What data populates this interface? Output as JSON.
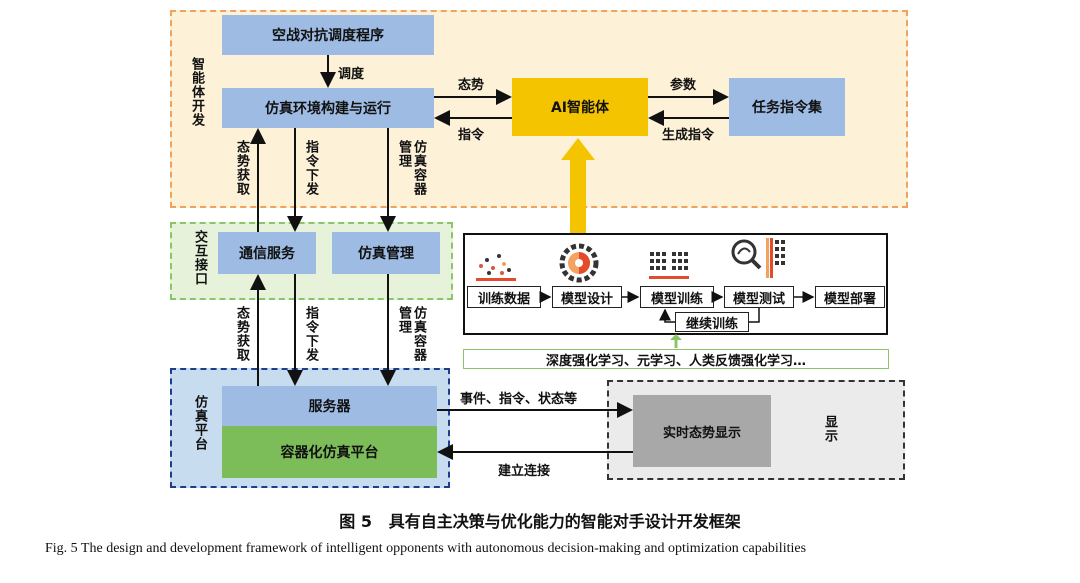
{
  "regions": {
    "agent_dev": "智能体开发",
    "interaction": "交互接口",
    "sim_platform": "仿真平台",
    "display": "显示"
  },
  "boxes": {
    "air_combat": "空战对抗调度程序",
    "sim_env": "仿真环境构建与运行",
    "ai_agent": "AI智能体",
    "task_set": "任务指令集",
    "comm_service": "通信服务",
    "sim_mgmt": "仿真管理",
    "server": "服务器",
    "container_platform": "容器化仿真平台",
    "realtime_display": "实时态势显示"
  },
  "arrows": {
    "schedule": "调度",
    "situation": "态势",
    "command": "指令",
    "params": "参数",
    "gen_command": "生成指令",
    "situation_acquire": "态势获取",
    "command_issue": "指令下发",
    "container_mgmt": "仿真容器管理",
    "events": "事件、指令、状态等",
    "connect": "建立连接"
  },
  "pipeline": {
    "steps": [
      "训练数据",
      "模型设计",
      "模型训练",
      "模型测试",
      "模型部署"
    ],
    "loop": "继续训练",
    "methods": "深度强化学习、元学习、人类反馈强化学习…"
  },
  "caption": {
    "label": "图 5",
    "title": "具有自主决策与优化能力的智能对手设计开发框架",
    "english": "Fig. 5    The design and development framework of intelligent opponents with autonomous decision-making and optimization capabilities"
  },
  "colors": {
    "agent_region_bg": "#fdf1d8",
    "agent_region_border": "#f0a35e",
    "interaction_bg": "#e6f2d9",
    "interaction_border": "#8cc46a",
    "platform_bg": "#c8dcf0",
    "platform_border": "#1f3d8a",
    "box_blue": "#9dbbe3",
    "ai_yellow": "#f5c400",
    "container_green": "#7cbd5a",
    "display_gray": "#a8a8a8",
    "display_bg": "#ebebeb"
  },
  "icons": [
    "scatter-data-icon",
    "gear-design-icon",
    "matrix-train-icon",
    "magnifier-test-icon"
  ]
}
